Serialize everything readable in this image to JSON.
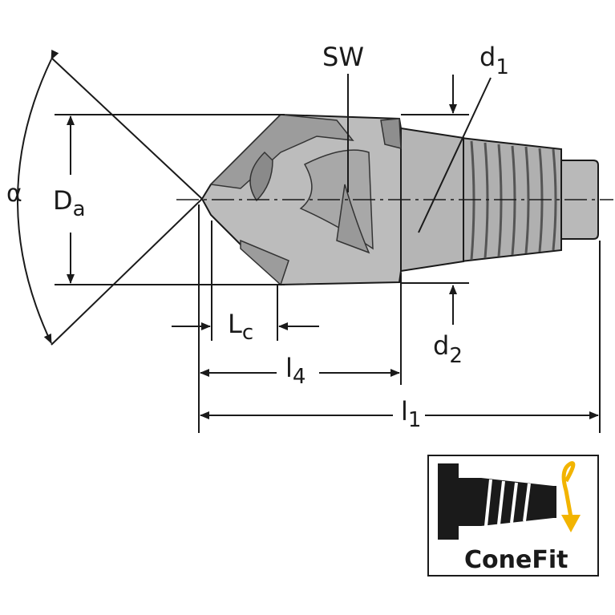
{
  "labels": {
    "alpha": "α",
    "Da_main": "D",
    "Da_sub": "a",
    "SW": "SW",
    "d1_main": "d",
    "d1_sub": "1",
    "d2_main": "d",
    "d2_sub": "2",
    "Lc_main": "L",
    "Lc_sub": "c",
    "l4_main": "l",
    "l4_sub": "4",
    "l1_main": "l",
    "l1_sub": "1"
  },
  "badge": {
    "text": "ConeFit",
    "icon": "conefit-coupling-icon",
    "arrow_icon": "rotation-arrow-icon"
  },
  "colors": {
    "line": "#1a1a1a",
    "body_fill": "#b9b9b9",
    "body_dark": "#6e6e6e",
    "arrow_accent": "#f2b400"
  }
}
